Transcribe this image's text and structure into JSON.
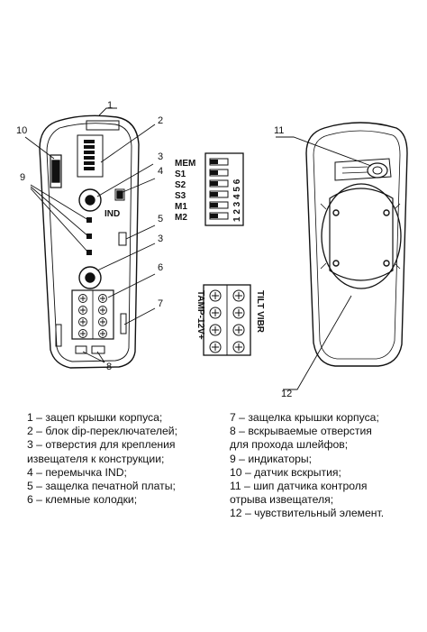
{
  "diagram": {
    "callouts": {
      "c1": "1",
      "c2": "2",
      "c3a": "3",
      "c3b": "3",
      "c4": "4",
      "c5": "5",
      "c6": "6",
      "c7": "7",
      "c8": "8",
      "c9": "9",
      "c10": "10",
      "c11": "11",
      "c12": "12"
    },
    "ind_label": "IND",
    "dip_labels": [
      "MEM",
      "S1",
      "S2",
      "S3",
      "M1",
      "M2"
    ],
    "dip_numbers": "1 2 3 4 5 6",
    "terminal_labels": {
      "left": "TAMP-12V+",
      "right": "TILT VIBR"
    }
  },
  "legend": {
    "left": [
      "1 – зацеп крышки корпуса;",
      "2 – блок dip-переключателей;",
      "3 – отверстия для крепления",
      "извещателя к конструкции;",
      "4 – перемычка IND;",
      "5 – защелка печатной платы;",
      "6 – клемные колодки;"
    ],
    "right": [
      "7 – защелка крышки корпуса;",
      "8 – вскрываемые отверстия",
      "для прохода шлейфов;",
      "9 – индикаторы;",
      "10 – датчик вскрытия;",
      "11 – шип датчика контроля",
      "отрыва извещателя;",
      "12 – чувствительный элемент."
    ]
  }
}
